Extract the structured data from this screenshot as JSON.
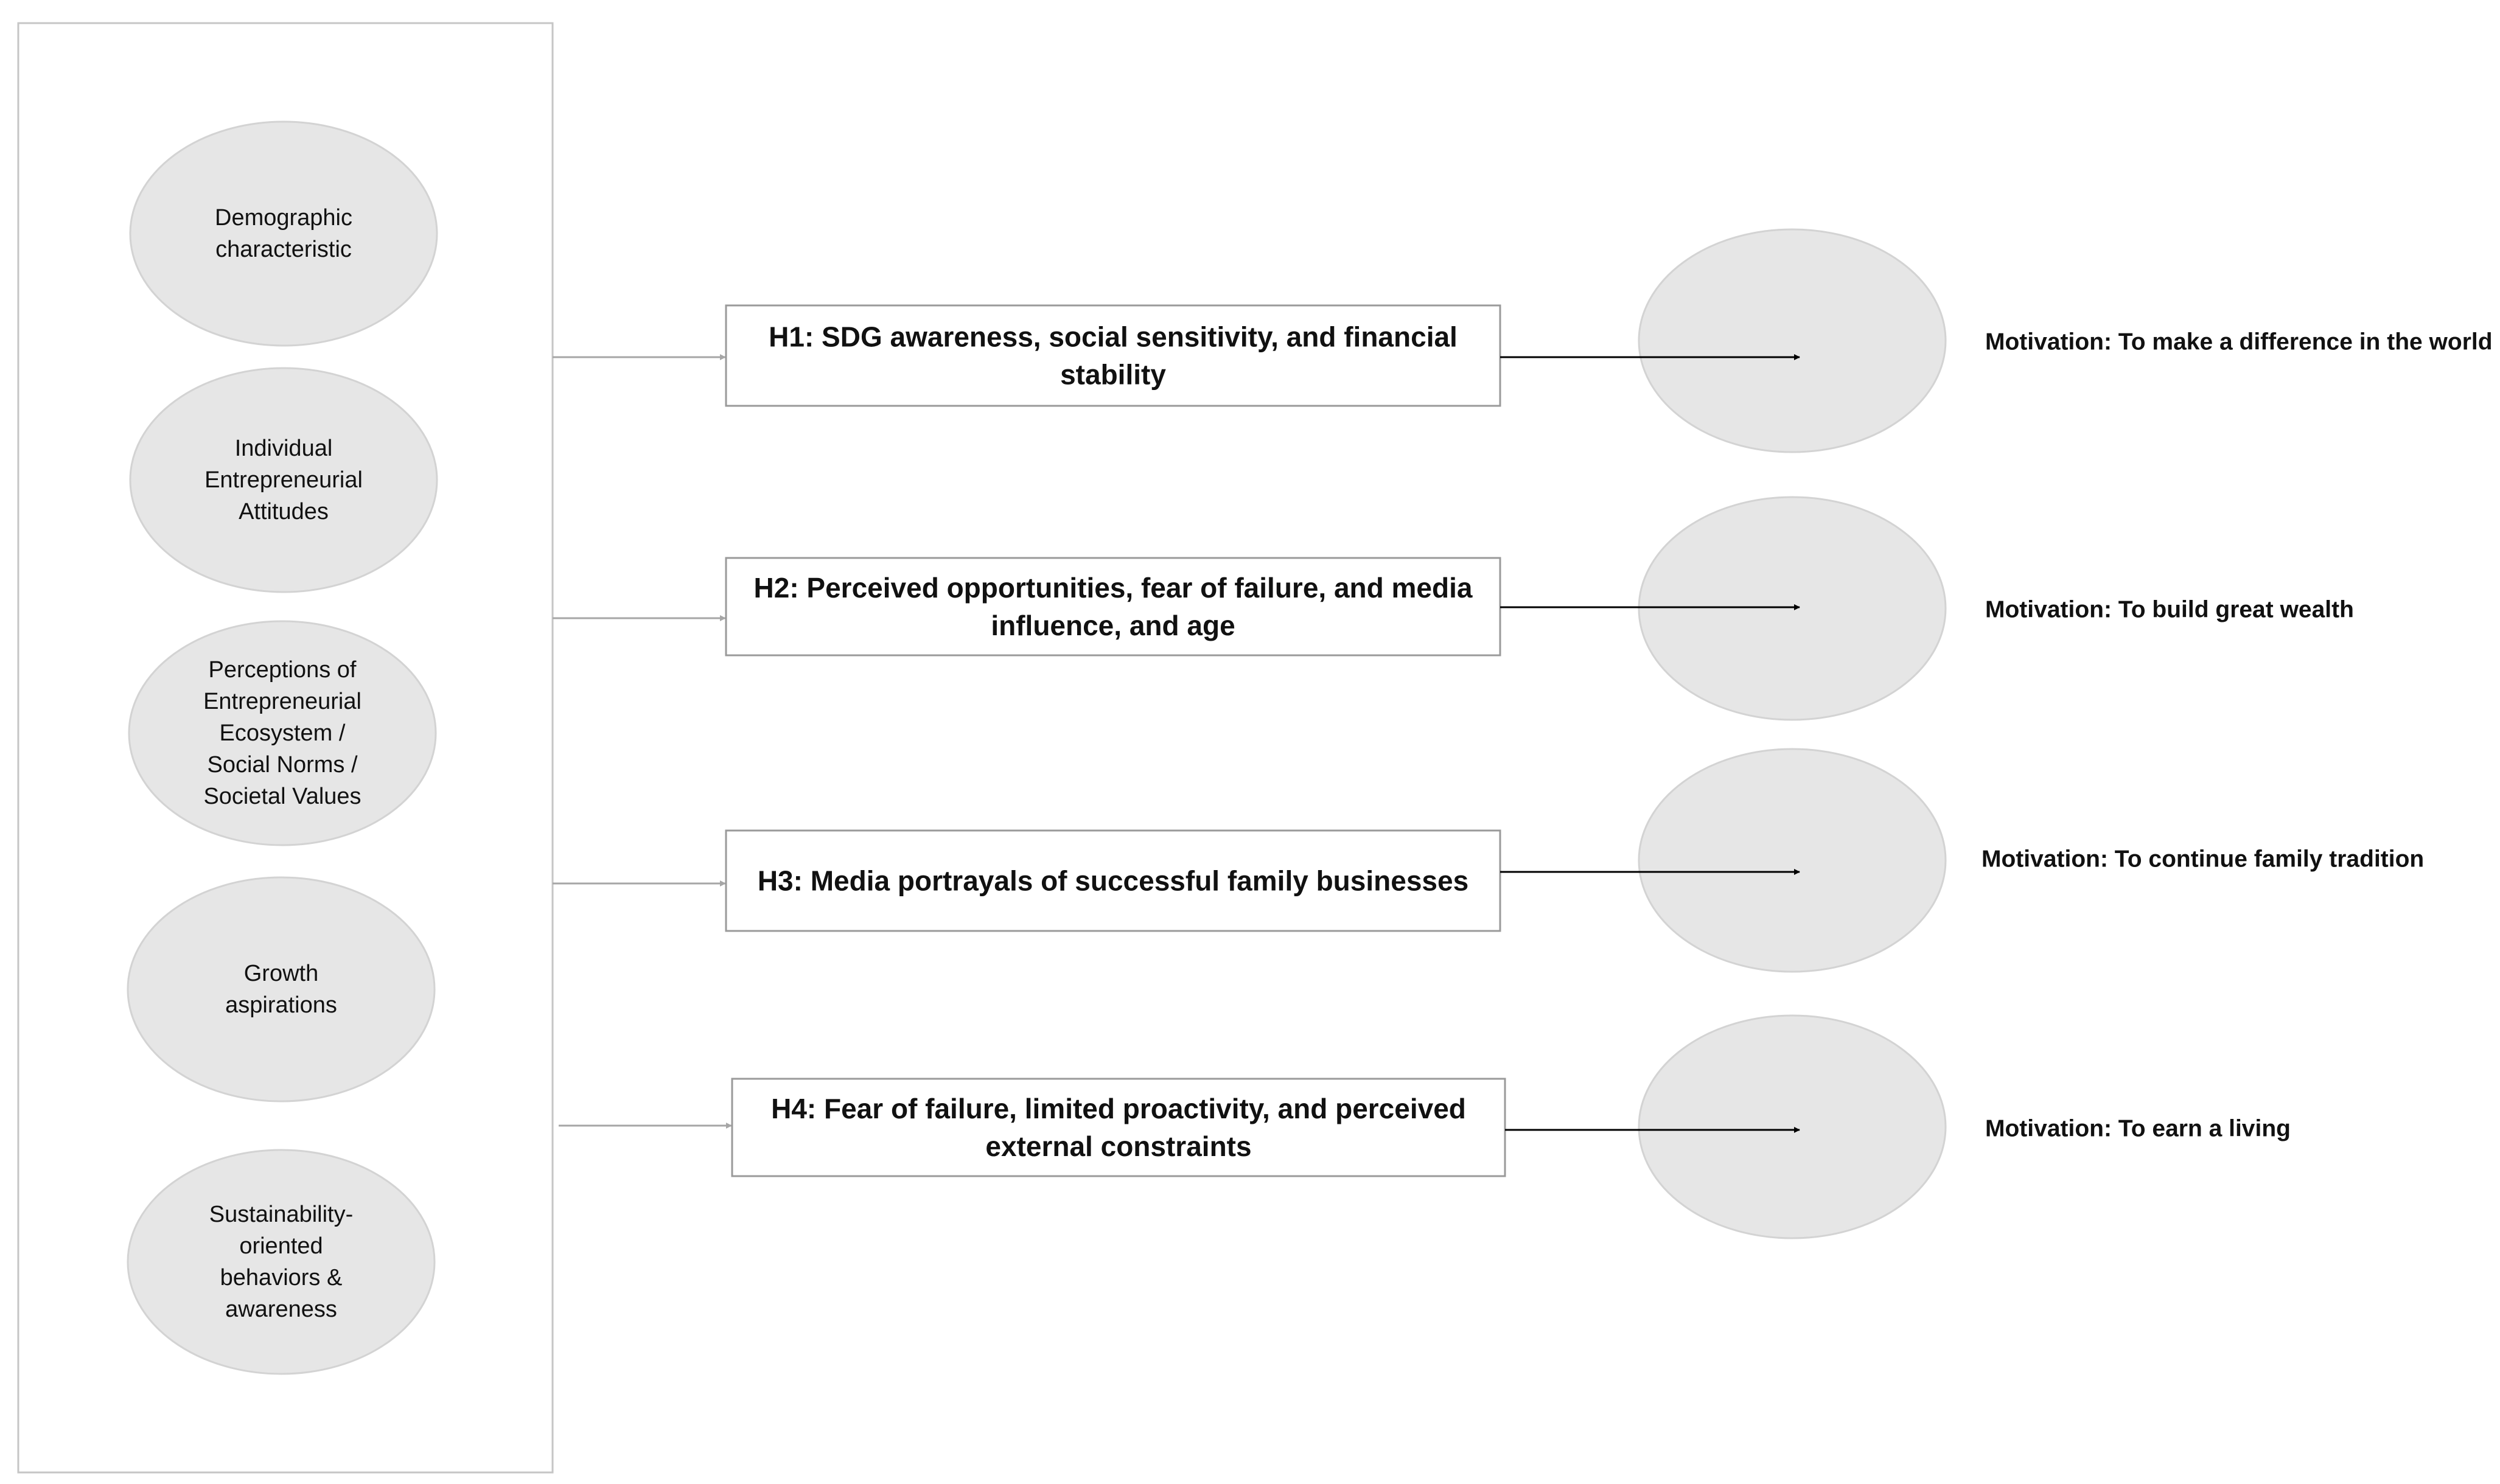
{
  "factors": [
    {
      "id": "demographic",
      "lines": [
        "Demographic",
        "characteristic"
      ]
    },
    {
      "id": "attitudes",
      "lines": [
        "Individual",
        "Entrepreneurial",
        "Attitudes"
      ]
    },
    {
      "id": "perceptions",
      "lines": [
        "Perceptions of",
        "Entrepreneurial",
        "Ecosystem /",
        "Social Norms /",
        "Societal Values"
      ]
    },
    {
      "id": "growth",
      "lines": [
        "Growth",
        "aspirations"
      ]
    },
    {
      "id": "sustainability",
      "lines": [
        "Sustainability-",
        "oriented",
        "behaviors &",
        "awareness"
      ]
    }
  ],
  "hypotheses": [
    {
      "id": "h1",
      "lines": [
        "H1: SDG awareness, social sensitivity, and financial",
        "stability"
      ]
    },
    {
      "id": "h2",
      "lines": [
        "H2: Perceived opportunities, fear of failure, and media",
        "influence, and age"
      ]
    },
    {
      "id": "h3",
      "lines": [
        "H3: Media portrayals of successful family businesses"
      ]
    },
    {
      "id": "h4",
      "lines": [
        "H4: Fear of failure, limited proactivity, and perceived",
        "external constraints"
      ]
    }
  ],
  "motivations": [
    {
      "id": "m1",
      "label": "Motivation: To make a difference in the world"
    },
    {
      "id": "m2",
      "label": "Motivation: To build great wealth"
    },
    {
      "id": "m3",
      "label": "Motivation: To continue family tradition"
    },
    {
      "id": "m4",
      "label": "Motivation: To earn a living"
    }
  ],
  "colors": {
    "ellipse_fill": "#e6e6e6",
    "ellipse_stroke": "#d3d3d3",
    "frame_stroke": "#c6c6c6",
    "box_stroke": "#9a9a9a",
    "grey_arrow": "#a6a6a6",
    "black_arrow": "#000000"
  }
}
